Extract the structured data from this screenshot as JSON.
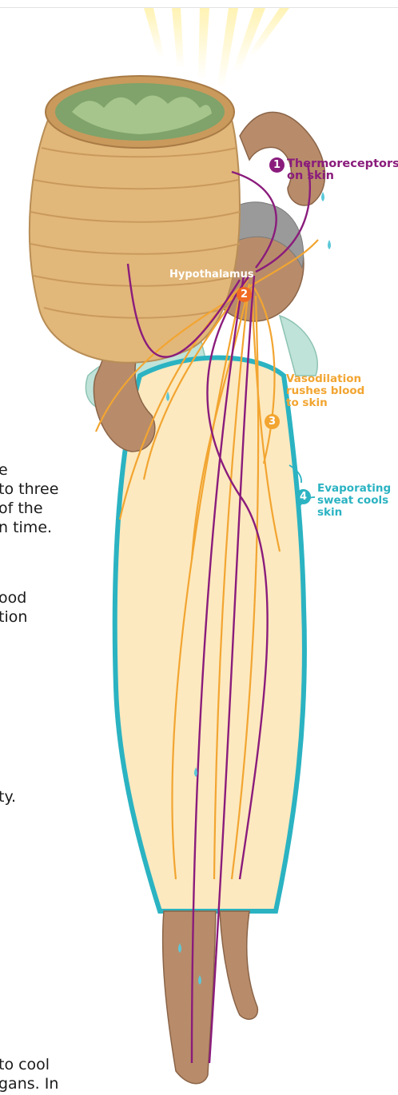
{
  "colors": {
    "nerve": "#8a1c7c",
    "blood": "#f2a531",
    "sweat": "#2bb3c2",
    "hypothalamus_badge": "#f06a23",
    "dress": "#fde9bf",
    "skin": "#b88c6a",
    "basket": "#e2b77a"
  },
  "labels": {
    "thermoreceptors": {
      "number": "1",
      "line1": "Thermoreceptors",
      "line2": "on skin"
    },
    "hypothalamus": {
      "number": "2",
      "text": "Hypothalamus"
    },
    "vasodilation": {
      "number": "3",
      "line1": "Vasodilation",
      "line2": "rushes blood",
      "line3": "to skin"
    },
    "evaporating": {
      "number": "4",
      "line1": "Evaporating",
      "line2": "sweat cools",
      "line3": "skin"
    }
  },
  "text_fragments": [
    "e",
    "to three",
    "of the",
    "n time.",
    "ood",
    "tion",
    "ty.",
    "to cool",
    "gans. In"
  ],
  "icons": [
    "sun-rays",
    "basket",
    "woman-figure",
    "nerve-pathway",
    "blood-flow-arrows",
    "sweat-drops"
  ]
}
